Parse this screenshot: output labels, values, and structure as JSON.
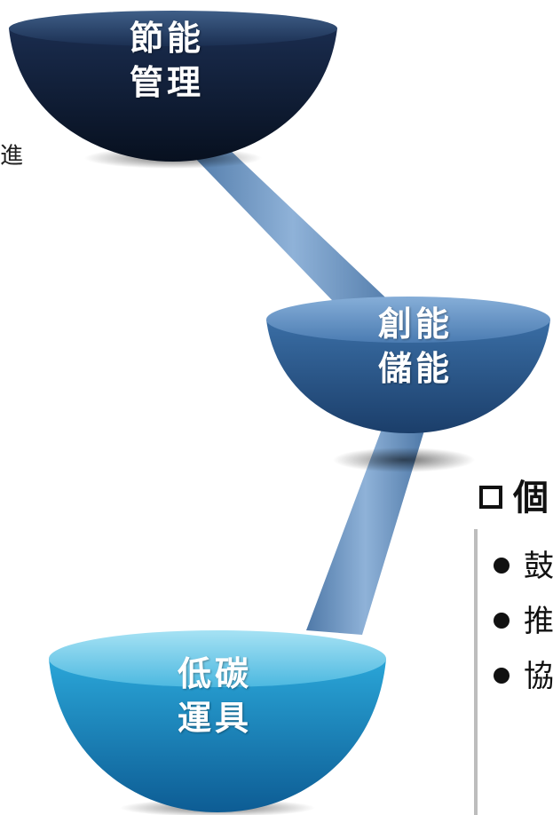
{
  "diagram": {
    "side_text": "進",
    "bowls": [
      {
        "id": "top",
        "label": "節能\n管理"
      },
      {
        "id": "middle",
        "label": "創能\n儲能"
      },
      {
        "id": "bottom",
        "label": "低碳\n運具"
      }
    ]
  },
  "right_panel": {
    "heading": "個",
    "bullets": [
      "鼓",
      "推",
      "協"
    ]
  },
  "colors": {
    "bowl_top_dark": "#0d1a33",
    "bowl_middle": "#2f5f92",
    "bowl_bottom": "#1f8fc4",
    "connector": "#6f95bf"
  }
}
